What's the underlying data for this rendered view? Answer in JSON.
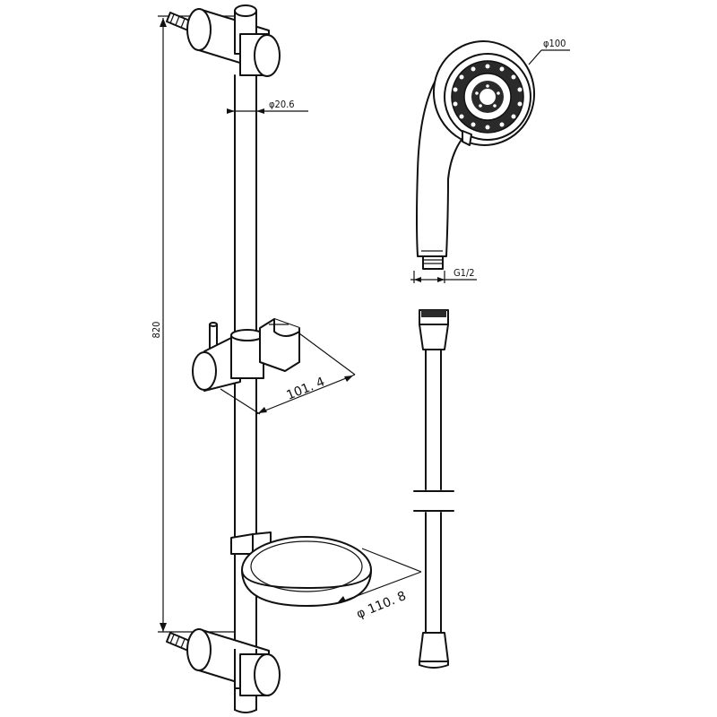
{
  "dimensions": {
    "overall_length": "820",
    "rail_diameter": "φ20.6",
    "holder_projection": "101. 4",
    "dish_diameter": "φ 110. 8",
    "head_diameter": "φ100",
    "thread": "G1/2"
  }
}
